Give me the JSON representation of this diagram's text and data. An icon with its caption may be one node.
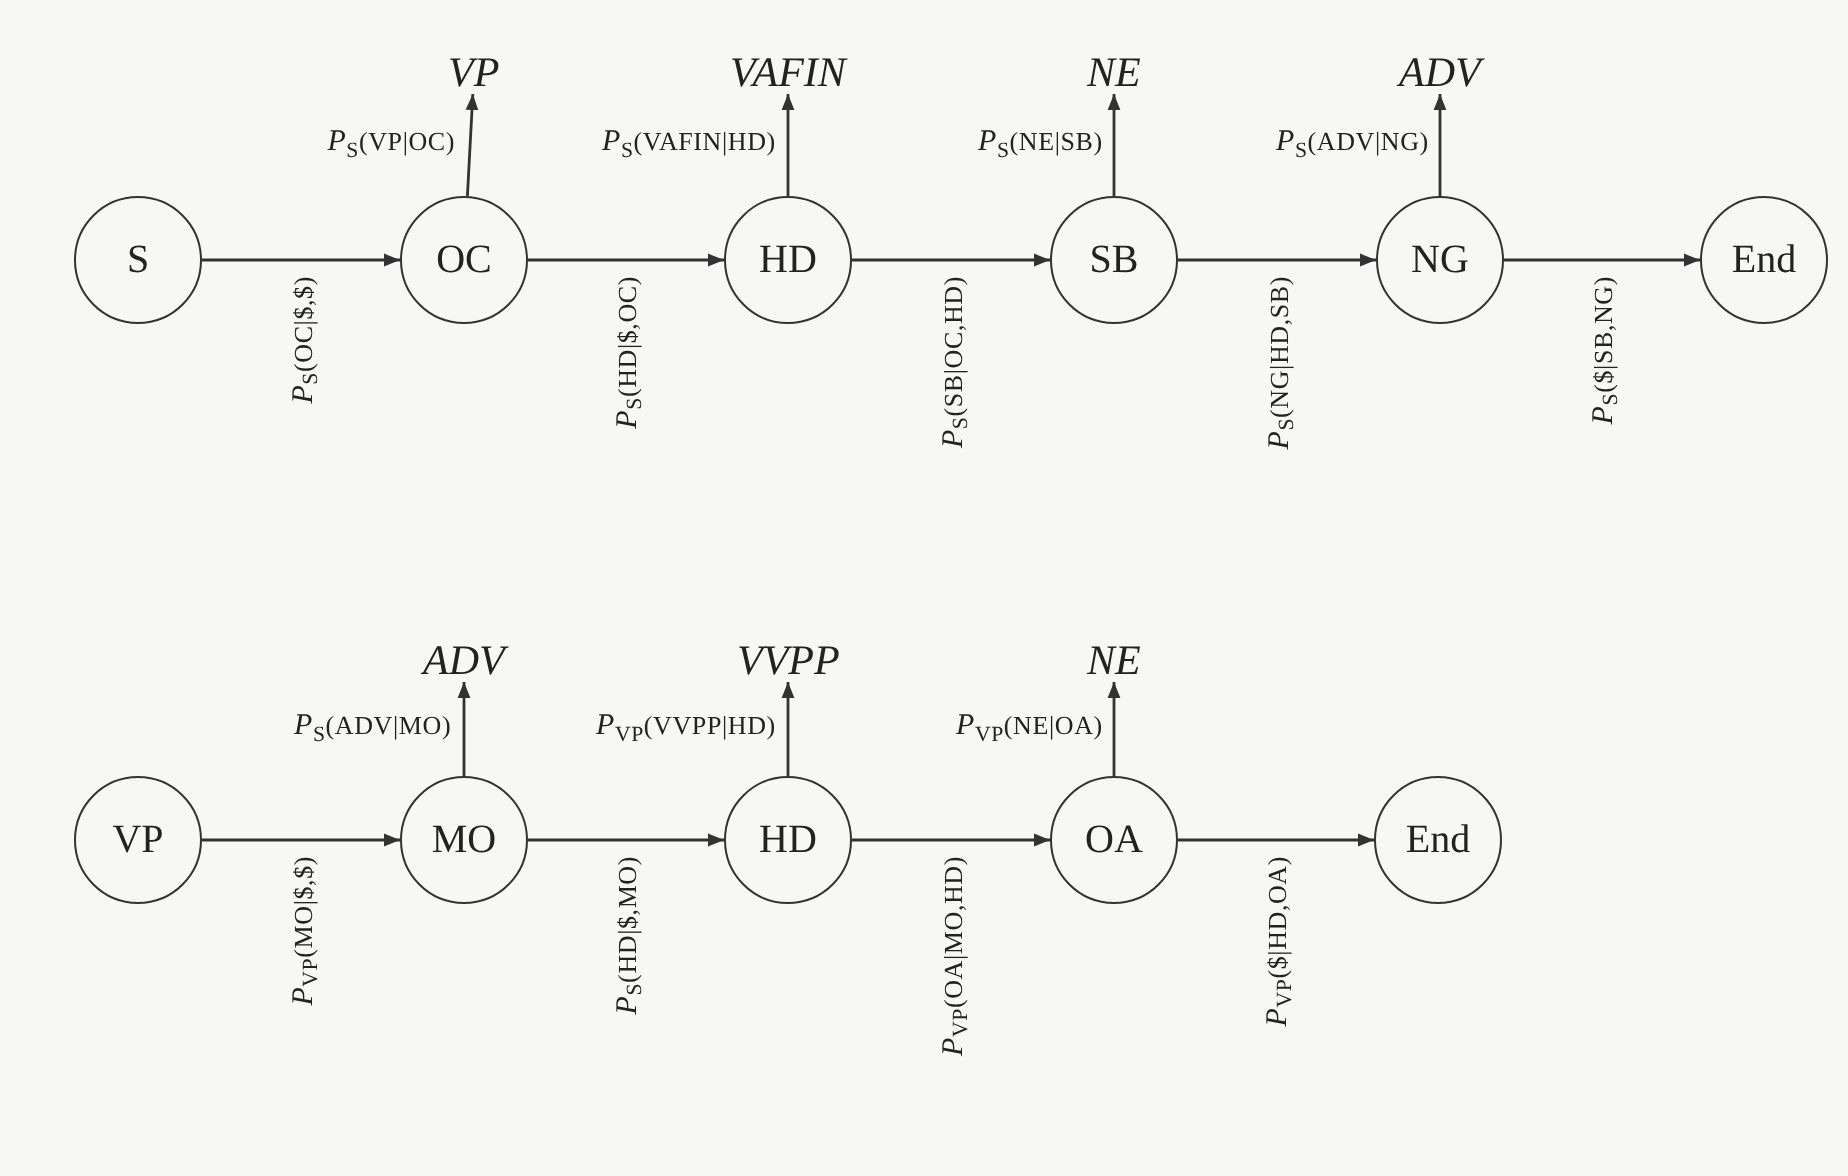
{
  "diagram": {
    "nodes": [
      {
        "text": [
          "S"
        ]
      },
      {
        "text": [
          "OC"
        ]
      },
      {
        "text": [
          "HD"
        ]
      },
      {
        "text": [
          "SB"
        ]
      },
      {
        "text": [
          "NG"
        ]
      },
      {
        "text": [
          "End"
        ]
      },
      {
        "text": [
          "VP"
        ]
      },
      {
        "text": [
          "VAFIN"
        ]
      },
      {
        "text": [
          "NE"
        ]
      },
      {
        "text": [
          "ADV"
        ]
      },
      {
        "text": [
          "VP"
        ]
      },
      {
        "text": [
          "MO"
        ]
      },
      {
        "text": [
          "HD"
        ]
      },
      {
        "text": [
          "OA"
        ]
      },
      {
        "text": [
          "End"
        ]
      },
      {
        "text": [
          "ADV"
        ]
      },
      {
        "text": [
          "VVPP"
        ]
      },
      {
        "text": [
          "NE"
        ]
      }
    ],
    "edges": [
      {
        "from": 0,
        "to": 1,
        "arrow": "to",
        "label": "*P*$_{S}$(OC|$,$)"
      },
      {
        "from": 1,
        "to": 6,
        "arrow": "to",
        "label": "*P*$_{S}$(VP|OC)"
      },
      {
        "from": 1,
        "to": 2,
        "arrow": "to",
        "label": "*P*$_{S}$(HD|$,OC)"
      },
      {
        "from": 2,
        "to": 7,
        "arrow": "to",
        "label": "*P*$_{S}$(VAFIN|HD)"
      },
      {
        "from": 2,
        "to": 3,
        "arrow": "to",
        "label": "*P*$_{S}$(SB|OC,HD)"
      },
      {
        "from": 3,
        "to": 8,
        "arrow": "to",
        "label": "*P*$_{S}$(NE|SB)"
      },
      {
        "from": 3,
        "to": 4,
        "arrow": "to",
        "label": "*P*$_{S}$(NG|HD,SB)"
      },
      {
        "from": 4,
        "to": 9,
        "arrow": "to",
        "label": "*P*$_{S}$(ADV|NG)"
      },
      {
        "from": 4,
        "to": 5,
        "arrow": "to",
        "label": "*P*$_{S}$($|SB,NG)"
      },
      {
        "from": 10,
        "to": 11,
        "arrow": "to",
        "label": "*P*$_{VP}$(MO|$,$)"
      },
      {
        "from": 11,
        "to": 15,
        "arrow": "to",
        "label": "*P*$_{S}$(ADV|MO)"
      },
      {
        "from": 11,
        "to": 12,
        "arrow": "to",
        "label": "*P*$_{S}$(HD|$,MO)"
      },
      {
        "from": 12,
        "to": 16,
        "arrow": "to",
        "label": "*P*$_{VP}$(VVPP|HD)"
      },
      {
        "from": 12,
        "to": 13,
        "arrow": "to",
        "label": "*P*$_{VP}$(OA|MO,HD)"
      },
      {
        "from": 13,
        "to": 17,
        "arrow": "to",
        "label": "*P*$_{VP}$(NE|OA)"
      },
      {
        "from": 13,
        "to": 14,
        "arrow": "to",
        "label": "*P*$_{VP}$($|HD,OA)"
      }
    ]
  }
}
